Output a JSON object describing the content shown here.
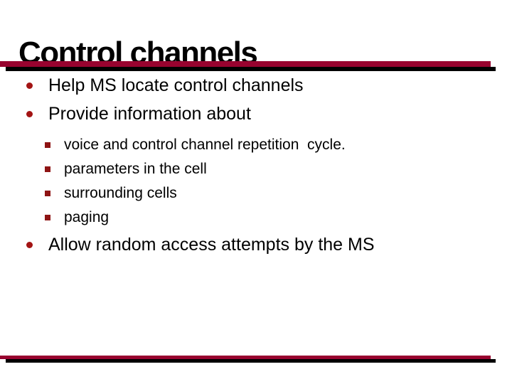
{
  "slide": {
    "title": "Control channels"
  },
  "colors": {
    "background": "#ffffff",
    "text": "#000000",
    "rule_red": "#98032f",
    "rule_black": "#000000",
    "bullet_red": "#a31414",
    "square_red": "#8e1414"
  },
  "bullets": [
    {
      "level": 1,
      "marker": "disc",
      "text": "Help MS locate control channels"
    },
    {
      "level": 1,
      "marker": "disc",
      "text": "Provide information about"
    },
    {
      "level": 2,
      "marker": "square",
      "text": "voice and control channel repetition  cycle."
    },
    {
      "level": 2,
      "marker": "square",
      "text": "parameters in the cell"
    },
    {
      "level": 2,
      "marker": "square",
      "text": "surrounding cells"
    },
    {
      "level": 2,
      "marker": "square",
      "text": "paging"
    },
    {
      "level": 1,
      "marker": "disc",
      "text": "Allow random access attempts by the MS"
    }
  ]
}
